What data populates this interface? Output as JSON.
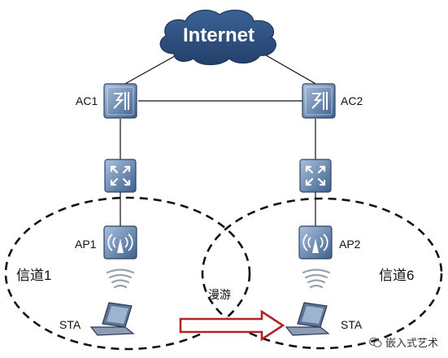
{
  "internet": {
    "label": "Internet"
  },
  "controllers": [
    {
      "label": "AC1"
    },
    {
      "label": "AC2"
    }
  ],
  "access_points": [
    {
      "label": "AP1"
    },
    {
      "label": "AP2"
    }
  ],
  "stations": [
    {
      "label": "STA"
    },
    {
      "label": "STA"
    }
  ],
  "channels": [
    {
      "label": "信道1"
    },
    {
      "label": "信道6"
    }
  ],
  "roaming": {
    "label": "漫游"
  },
  "watermark": {
    "text": "嵌入式艺术"
  },
  "colors": {
    "cloud": "#2d4f7c",
    "device": "#6f8fb8",
    "device_dark": "#3d5c86",
    "arrow": "#b22222",
    "wifi": "#9aa3ad"
  }
}
